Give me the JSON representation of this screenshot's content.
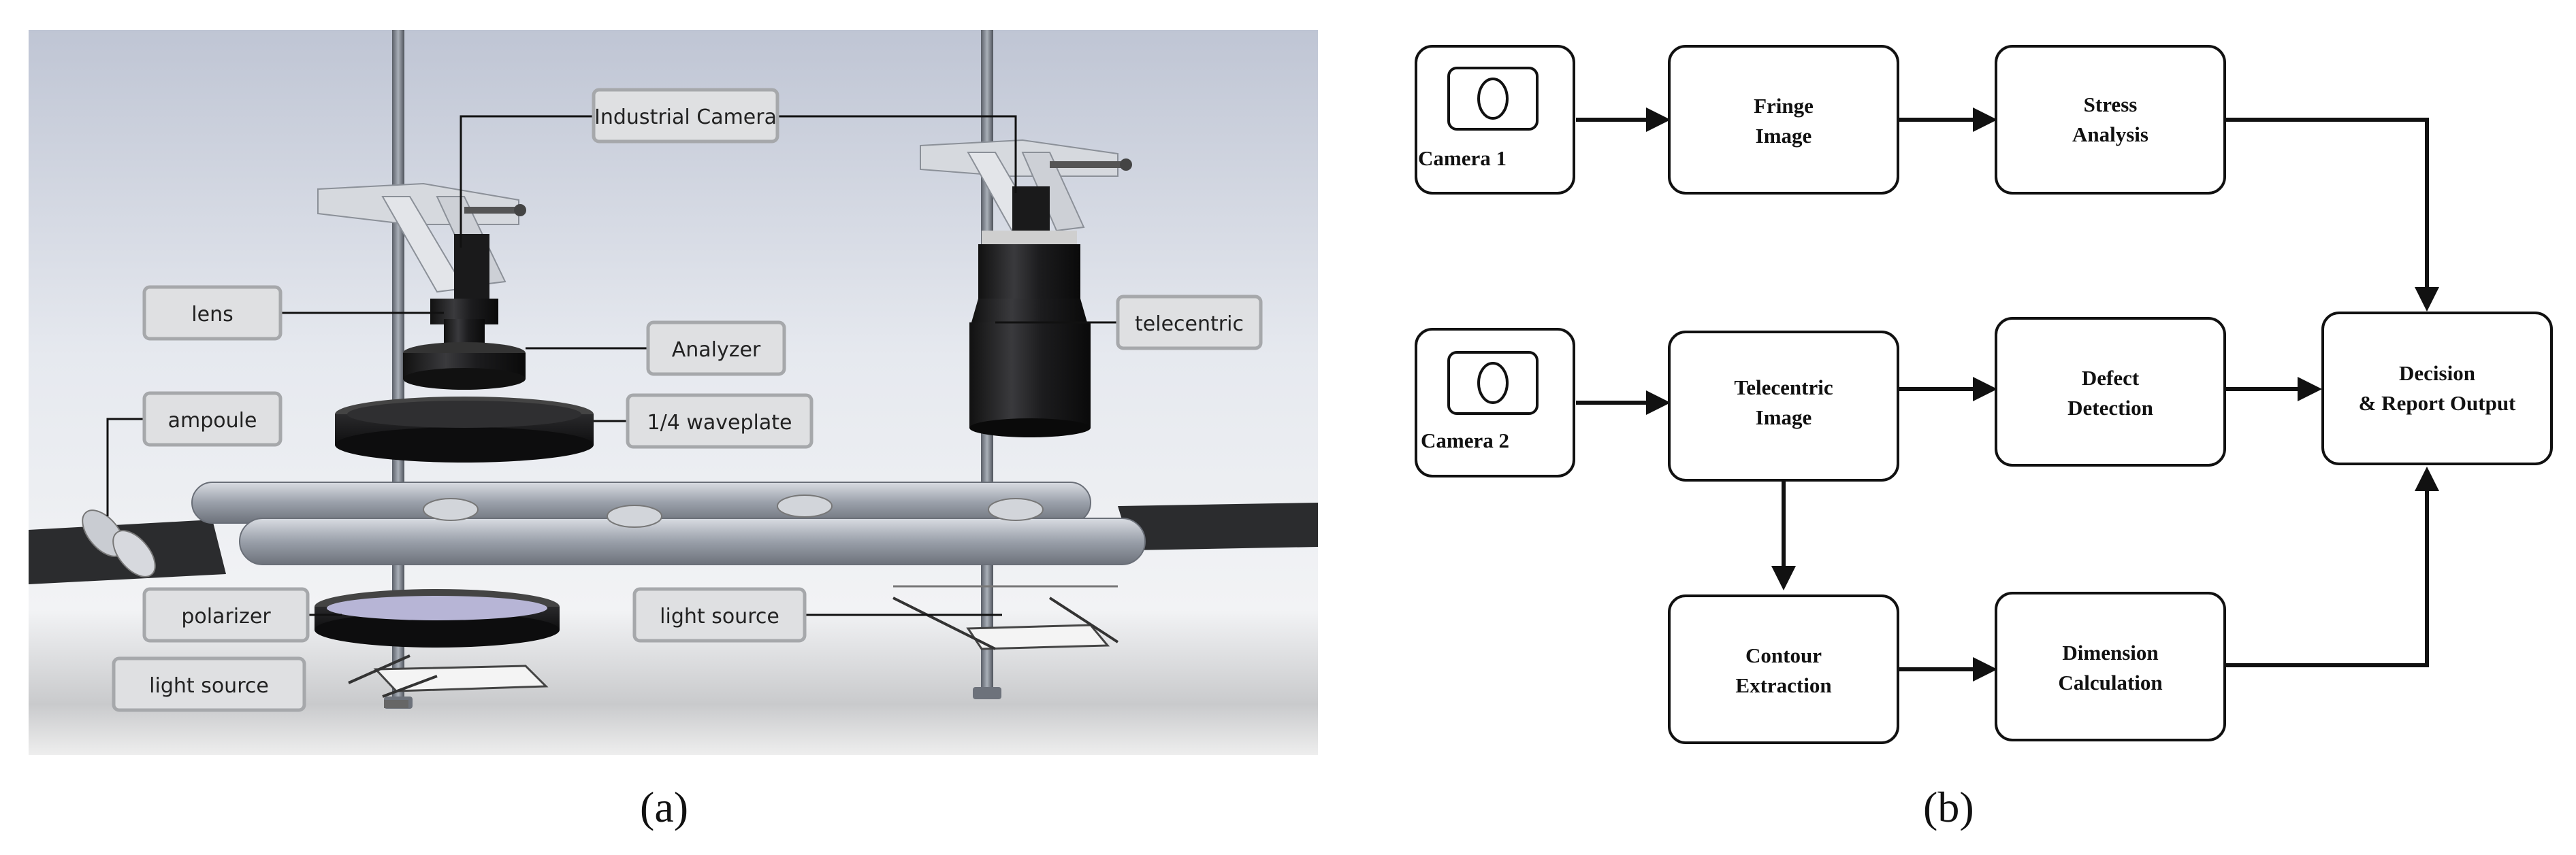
{
  "panel_a": {
    "caption": "(a)",
    "labels": {
      "industrial_camera": "Industrial Camera",
      "lens": "lens",
      "analyzer": "Analyzer",
      "telecentric": "telecentric",
      "ampoule": "ampoule",
      "waveplate": "1/4 waveplate",
      "polarizer": "polarizer",
      "light_source_right": "light source",
      "light_source_left": "light source"
    }
  },
  "panel_b": {
    "caption": "(b)",
    "nodes": {
      "camera1": "Camera 1",
      "camera2": "Camera 2",
      "fringe_line1": "Fringe",
      "fringe_line2": "Image",
      "stress_line1": "Stress",
      "stress_line2": "Analysis",
      "telecentric_line1": "Telecentric",
      "telecentric_line2": "Image",
      "defect_line1": "Defect",
      "defect_line2": "Detection",
      "decision_line1": "Decision",
      "decision_line2": "& Report Output",
      "contour_line1": "Contour",
      "contour_line2": "Extraction",
      "dimension_line1": "Dimension",
      "dimension_line2": "Calculation"
    }
  }
}
